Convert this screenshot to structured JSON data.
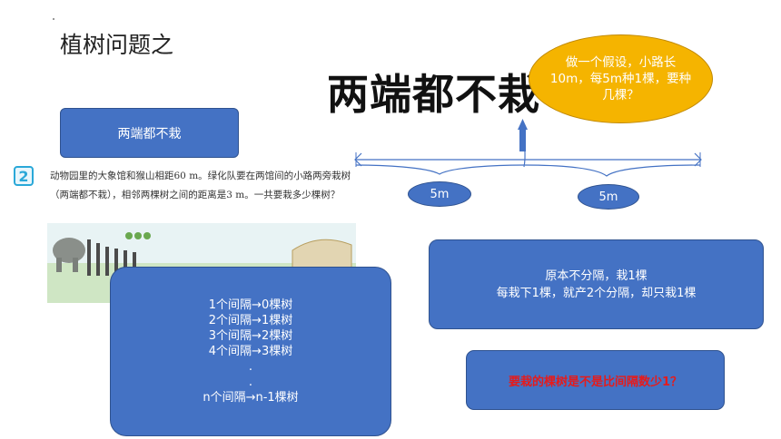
{
  "slide": {
    "title_small": "植树问题之",
    "title_big": "两端都不栽",
    "box_top_label": "两端都不栽",
    "oval_text": "做一个假设，小路长10m，每5m种1棵，要种几棵？",
    "segment_labels": [
      "5m",
      "5m"
    ],
    "list_items": [
      "1个间隔→0棵树",
      "2个间隔→1棵树",
      "3个间隔→2棵树",
      "4个间隔→3棵树",
      ".",
      ".",
      "n个间隔→n-1棵树"
    ],
    "explain_lines": [
      "原本不分隔，栽1棵",
      "每栽下1棵，就产2个分隔，却只栽1棵"
    ],
    "question": "要栽的棵树是不是比间隔数少1？",
    "problem": {
      "number": "2",
      "text": "动物园里的大象馆和猴山相距60 m。绿化队要在两馆间的小路两旁栽树（两端都不栽），相邻两棵树之间的距离是3 m。一共要栽多少棵树？"
    }
  },
  "colors": {
    "box_blue": "#4472c4",
    "oval_gold": "#f5b400",
    "question_red": "#e61b1b",
    "line_blue": "#4472c4"
  }
}
